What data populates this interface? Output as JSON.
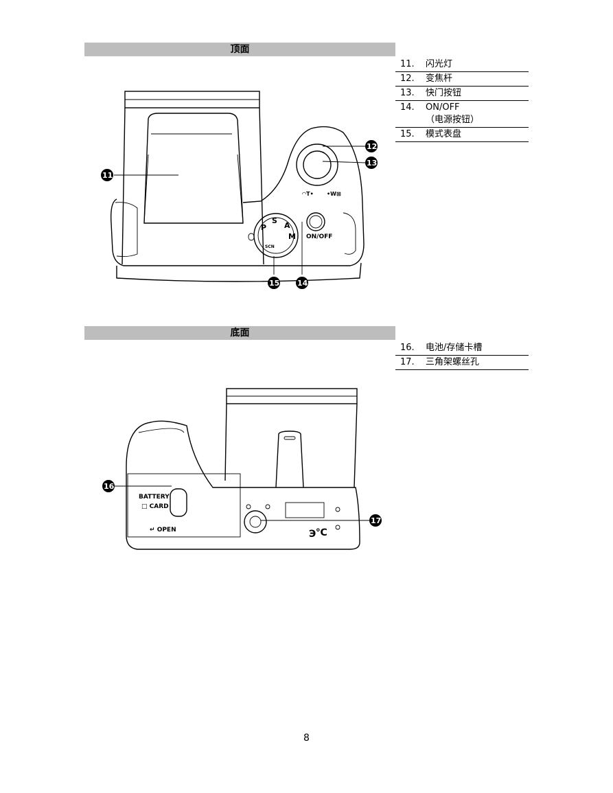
{
  "top_section": {
    "title": "顶面",
    "legend": [
      {
        "num": "11.",
        "label": "闪光灯",
        "sub": ""
      },
      {
        "num": "12.",
        "label": "变焦杆",
        "sub": ""
      },
      {
        "num": "13.",
        "label": "快门按钮",
        "sub": ""
      },
      {
        "num": "14.",
        "label": "ON/OFF",
        "sub": "（电源按钮）"
      },
      {
        "num": "15.",
        "label": "模式表盘",
        "sub": ""
      }
    ],
    "callouts": [
      "11",
      "12",
      "13",
      "14",
      "15"
    ],
    "labels": {
      "onoff": "ON/OFF",
      "zoom_t": "T",
      "zoom_w": "W",
      "dial_s": "S",
      "dial_a": "A",
      "dial_m": "M",
      "dial_p": "P",
      "dial_scn": "SCN"
    }
  },
  "bottom_section": {
    "title": "底面",
    "legend": [
      {
        "num": "16.",
        "label": "电池/存储卡槽"
      },
      {
        "num": "17.",
        "label": "三角架螺丝孔"
      }
    ],
    "callouts": [
      "16",
      "17"
    ],
    "labels": {
      "battery": "BATTERY",
      "card": "CARD",
      "open": "OPEN"
    }
  },
  "page_number": "8"
}
